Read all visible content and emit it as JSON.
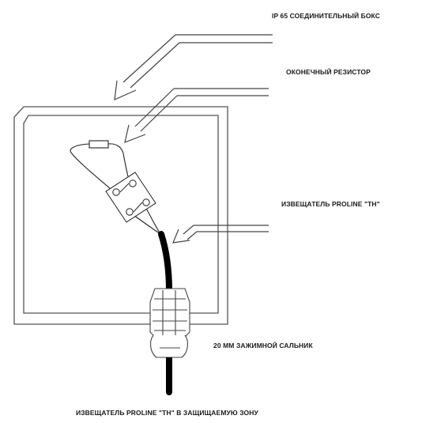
{
  "labels": {
    "junction_box": "IP 65 СОЕДИНИТЕЛЬНЫЙ БОКС",
    "end_resistor": "ОКОНЕЧНЫЙ РЕЗИСТОР",
    "detector": "ИЗВЕЩАТЕЛЬ PROLINE \"TH\"",
    "gland": "20 ММ ЗАЖИМНОЙ САЛЬНИК",
    "to_zone": "ИЗВЕЩАТЕЛЬ PROLINE \"TH\" В ЗАЩИЩАЕМУЮ ЗОНУ"
  }
}
